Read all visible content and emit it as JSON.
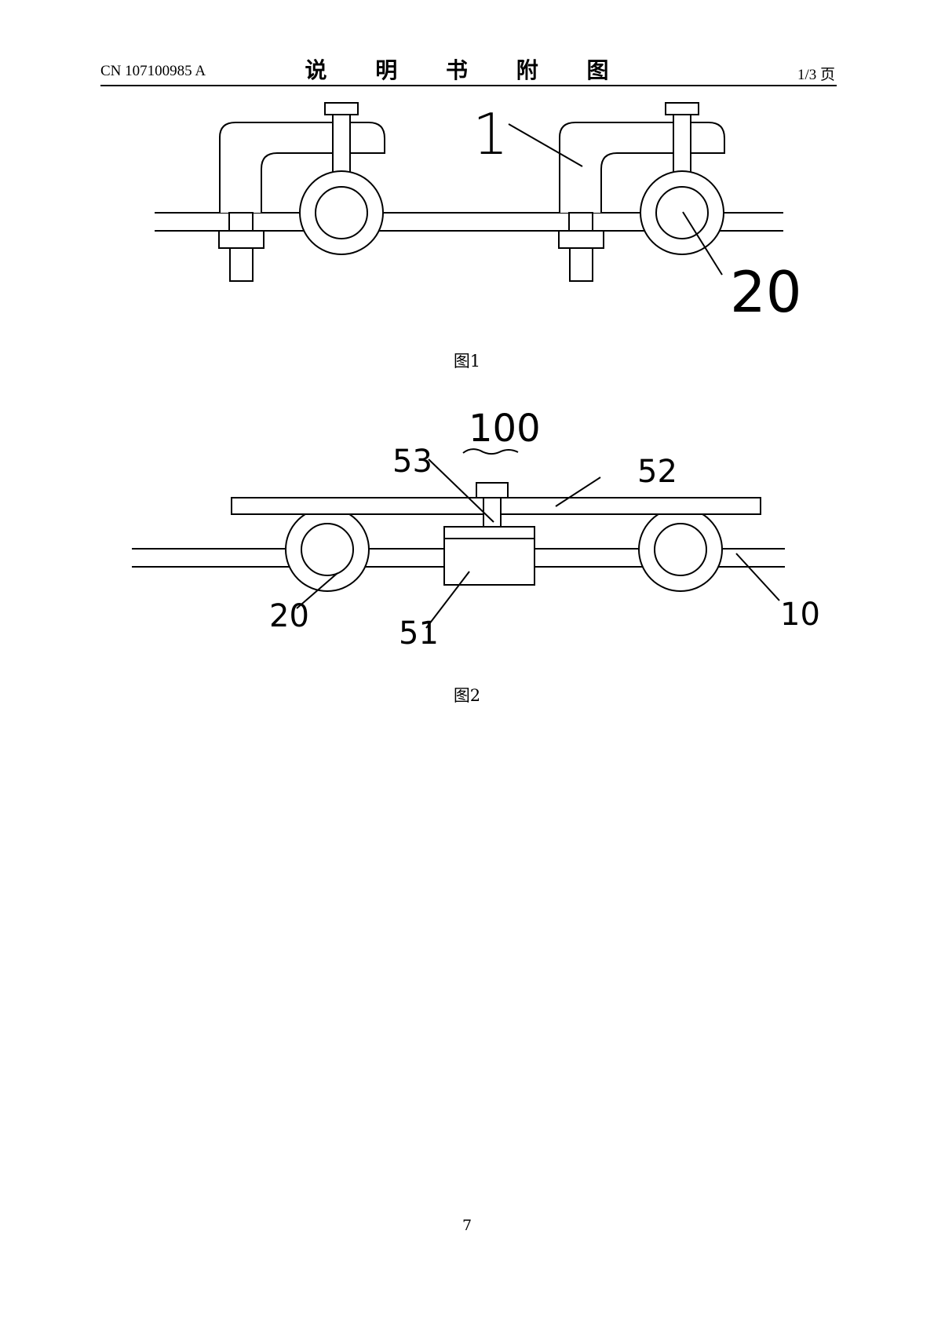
{
  "header": {
    "patent_number": "CN 107100985 A",
    "title": "说 明 书 附 图",
    "page_of": "1/3 页"
  },
  "figures": [
    {
      "caption": "图1",
      "labels": {
        "part_1": "1",
        "part_20": "20"
      }
    },
    {
      "caption": "图2",
      "labels": {
        "assembly_100": "100",
        "part_53": "53",
        "part_52": "52",
        "part_20": "20",
        "part_51": "51",
        "part_10": "10"
      }
    }
  ],
  "footer": {
    "page_number": "7"
  }
}
